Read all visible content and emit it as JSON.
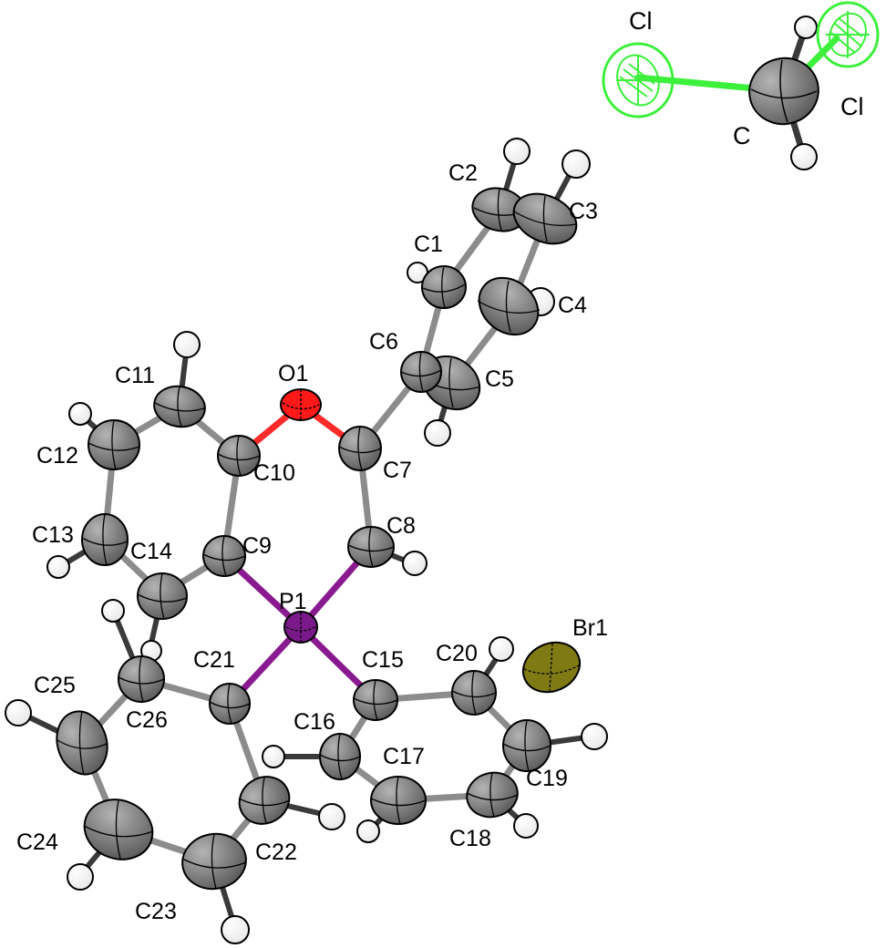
{
  "figure": {
    "colors": {
      "carbon": "#6e6e6e",
      "carbon_line": "#000000",
      "hydrogen": "#ffffff",
      "oxygen": "#ff1a1a",
      "phosphorus": "#7a1a8a",
      "bromine": "#7f7a14",
      "chlorine": "#3cf03c",
      "bond_gray": "#8c8c8c",
      "bond_dark": "#3a3a3a",
      "bond_p": "#8a1a8f",
      "bond_o": "#ff2a2a",
      "bond_cl": "#3cf03c"
    },
    "labels": {
      "Cl_a": "Cl",
      "Cl_b": "Cl",
      "C": "C",
      "C1": "C1",
      "C2": "C2",
      "C3": "C3",
      "C4": "C4",
      "C5": "C5",
      "C6": "C6",
      "C7": "C7",
      "C8": "C8",
      "C9": "C9",
      "C10": "C10",
      "C11": "C11",
      "C12": "C12",
      "C13": "C13",
      "C14": "C14",
      "C15": "C15",
      "C16": "C16",
      "C17": "C17",
      "C18": "C18",
      "C19": "C19",
      "C20": "C20",
      "C21": "C21",
      "C22": "C22",
      "C23": "C23",
      "C24": "C24",
      "C25": "C25",
      "C26": "C26",
      "O1": "O1",
      "P1": "P1",
      "Br1": "Br1"
    }
  }
}
